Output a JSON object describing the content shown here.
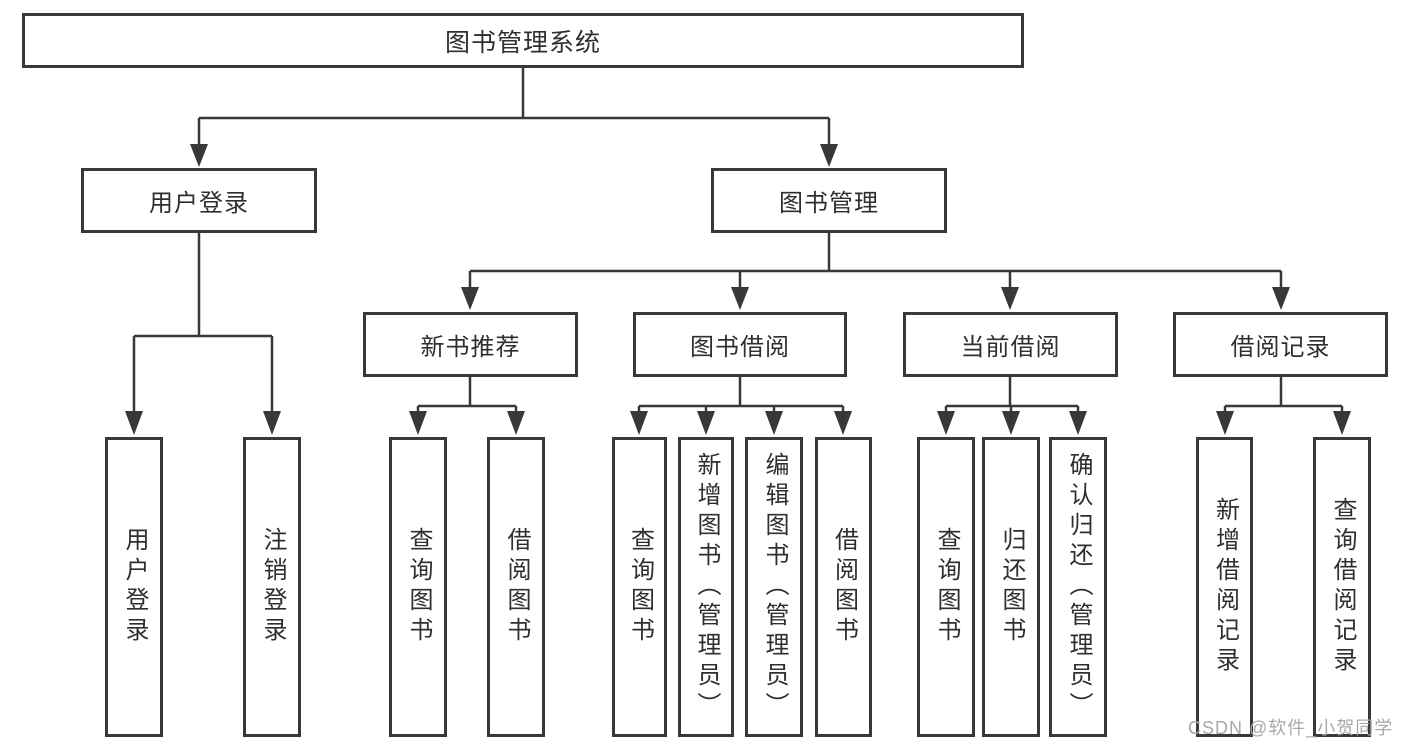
{
  "nodes": {
    "root": "图书管理系统",
    "level2": [
      "用户登录",
      "图书管理"
    ],
    "level3": [
      "新书推荐",
      "图书借阅",
      "当前借阅",
      "借阅记录"
    ],
    "leaves_user": [
      "用户登录",
      "注销登录"
    ],
    "leaves_newbook": [
      "查询图书",
      "借阅图书"
    ],
    "leaves_borrow": [
      "查询图书",
      "新增图书（管理员）",
      "编辑图书（管理员）",
      "借阅图书"
    ],
    "leaves_current": [
      "查询图书",
      "归还图书",
      "确认归还（管理员）"
    ],
    "leaves_records": [
      "新增借阅记录",
      "查询借阅记录"
    ]
  },
  "watermark": "CSDN @软件_小贺同学",
  "colors": {
    "line": "#383838",
    "text": "#2f2f2f",
    "watermark": "#a8a8a8",
    "background": "#ffffff"
  }
}
